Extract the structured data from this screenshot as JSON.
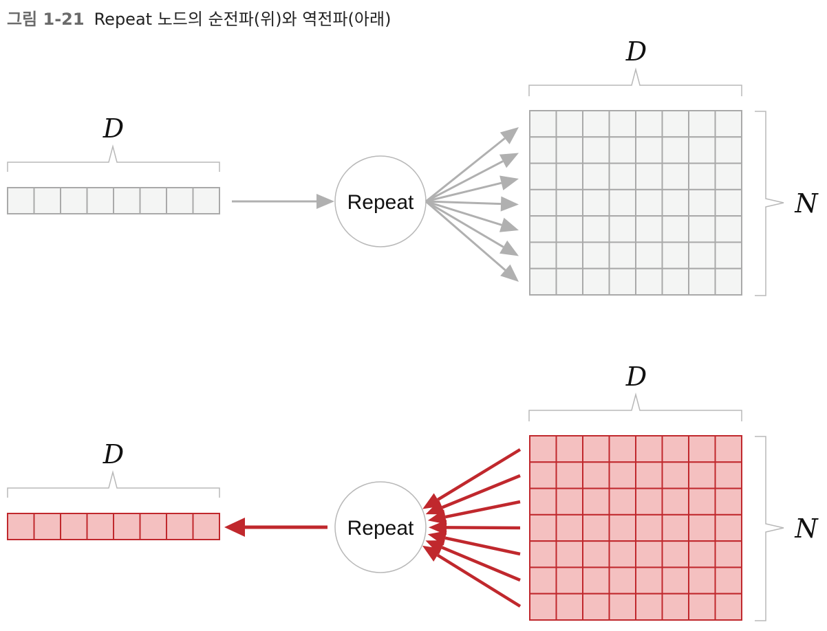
{
  "caption": {
    "figure_number": "그림 1-21",
    "title": "Repeat 노드의 순전파(위)와 역전파(아래)"
  },
  "forward": {
    "input_label": "D",
    "node_label": "Repeat",
    "output_col_label": "D",
    "output_row_label": "N",
    "input_cells": 8,
    "output_rows": 7,
    "output_cols": 8,
    "arrow_count": 7
  },
  "backward": {
    "input_label": "D",
    "node_label": "Repeat",
    "output_col_label": "D",
    "output_row_label": "N",
    "input_cells": 8,
    "output_rows": 7,
    "output_cols": 8,
    "arrow_count": 7
  },
  "colors": {
    "forward_fill": "#f4f5f4",
    "forward_stroke": "#a9a9a9",
    "forward_arrow": "#b0b0b0",
    "backward_fill": "#f4c0c0",
    "backward_stroke": "#c0282d",
    "backward_arrow": "#c0282d",
    "brace": "#b8b8b8",
    "node_stroke": "#b8b8b8"
  }
}
